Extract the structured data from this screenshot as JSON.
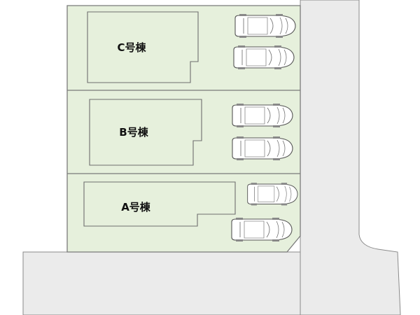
{
  "plan": {
    "colors": {
      "lot": "#e6f0dc",
      "road": "#ebebeb",
      "line": "#7a7a7a",
      "car": "#555555"
    },
    "units": [
      {
        "label": "C号棟",
        "parking_spaces": 2
      },
      {
        "label": "B号棟",
        "parking_spaces": 2
      },
      {
        "label": "A号棟",
        "parking_spaces": 2
      }
    ]
  }
}
